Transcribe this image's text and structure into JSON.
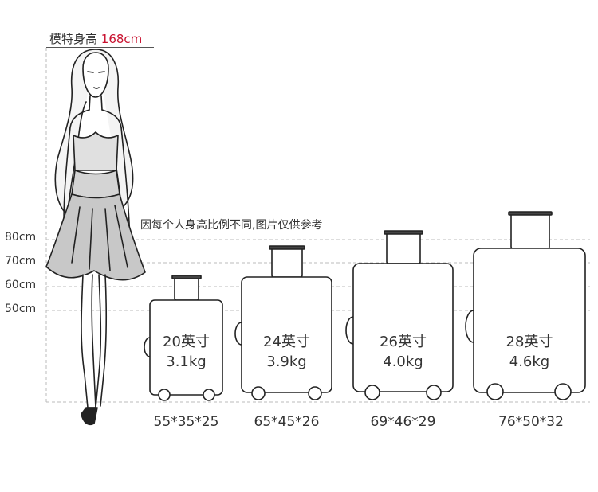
{
  "model": {
    "prefix": "模特身高 ",
    "height": "168cm",
    "highlight_color": "#c8102e"
  },
  "note": "因每个人身高比例不同,图片仅供参考",
  "height_markers": [
    "80cm",
    "70cm",
    "60cm",
    "50cm"
  ],
  "suitcases": [
    {
      "size": "20英寸",
      "weight": "3.1kg",
      "dims": "55*35*25"
    },
    {
      "size": "24英寸",
      "weight": "3.9kg",
      "dims": "65*45*26"
    },
    {
      "size": "26英寸",
      "weight": "4.0kg",
      "dims": "69*46*29"
    },
    {
      "size": "28英寸",
      "weight": "4.6kg",
      "dims": "76*50*32"
    }
  ]
}
